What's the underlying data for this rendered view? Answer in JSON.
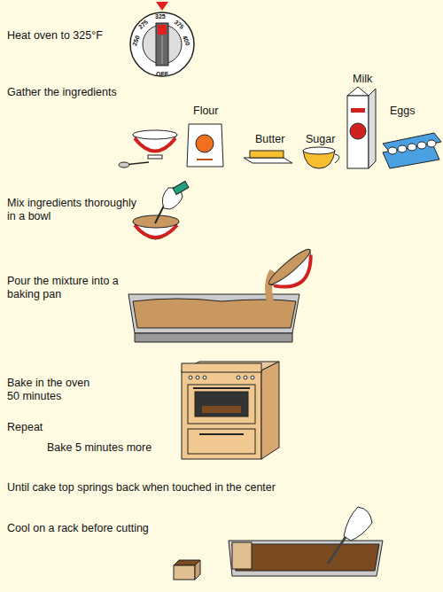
{
  "diagram": {
    "labels": [
      "Heat oven to 325°F",
      "325",
      "375",
      "400",
      "OFF",
      "275",
      "250",
      "Gather the ingredients",
      "Flour",
      "Butter",
      "Sugar",
      "Milk",
      "Eggs",
      "Mix ingredients thoroughly in a bowl",
      "Pour the mixture into a baking pan",
      "Bake in the oven 50 minutes",
      "Repeat",
      "Bake 5 minutes more",
      "Until cake top springs back when touched in the center",
      "Cool on a rack before cutting"
    ]
  }
}
